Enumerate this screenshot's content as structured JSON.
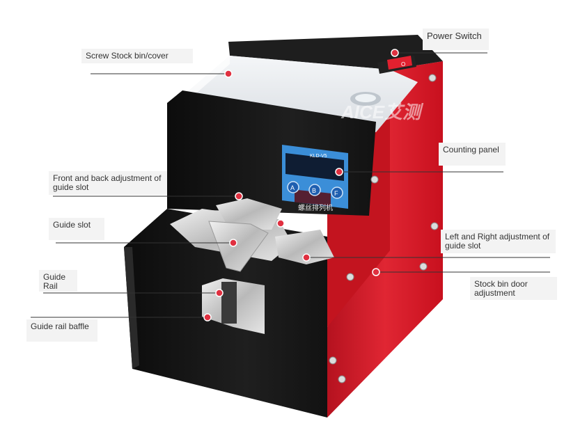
{
  "annotations": [
    {
      "id": "screw-stock-bin",
      "lines": [
        "Screw Stock bin/cover"
      ]
    },
    {
      "id": "power-switch",
      "lines": [
        "Power Switch"
      ]
    },
    {
      "id": "counting-panel",
      "lines": [
        "Counting panel"
      ]
    },
    {
      "id": "front-back-adjustment",
      "lines": [
        "Front and back adjustment of",
        "guide slot"
      ]
    },
    {
      "id": "guide-slot",
      "lines": [
        "Guide slot"
      ]
    },
    {
      "id": "left-right-adjustment",
      "lines": [
        "Left and Right adjustment of",
        "guide slot"
      ]
    },
    {
      "id": "guide-rail",
      "lines": [
        "Guide",
        "Rail"
      ]
    },
    {
      "id": "stock-bin-door",
      "lines": [
        "Stock bin door",
        "adjustment"
      ]
    },
    {
      "id": "guide-rail-baffle",
      "lines": [
        "Guide rail baffle"
      ]
    }
  ],
  "machine": {
    "watermark": "AICE艾测",
    "model_label": "KLD-V5",
    "front_text": "螺丝排列机",
    "buttons": [
      "A",
      "B",
      "F"
    ],
    "switch_mark": "O"
  },
  "colors": {
    "red_body": "#d81e2c",
    "black_body": "#161616",
    "marker": "#e03040",
    "panel_blue": "#3b8ed8"
  }
}
